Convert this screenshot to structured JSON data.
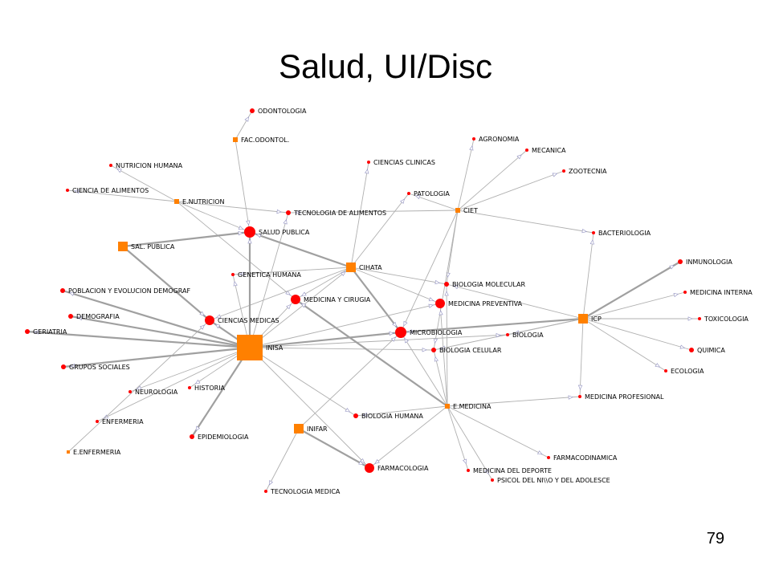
{
  "slide": {
    "title": "Salud, UI/Disc",
    "page_number": "79"
  },
  "colors": {
    "institution": "#ff8000",
    "discipline": "#ff0000",
    "edge": "#b0b0b0",
    "edge_strong": "#a0a0a0",
    "arrow": "#9090c0"
  },
  "nodes": [
    {
      "id": "ODONTOLOGIA",
      "label": "ODONTOLOGIA",
      "kind": "discipline",
      "size": "s"
    },
    {
      "id": "FAC_ODONTOL",
      "label": "FAC.ODONTOL.",
      "kind": "institution",
      "size": "s"
    },
    {
      "id": "AGRONOMIA",
      "label": "AGRONOMIA",
      "kind": "discipline",
      "size": "xs"
    },
    {
      "id": "MECANICA",
      "label": "MECANICA",
      "kind": "discipline",
      "size": "xs"
    },
    {
      "id": "ZOOTECNIA",
      "label": "ZOOTECNIA",
      "kind": "discipline",
      "size": "xs"
    },
    {
      "id": "NUTRICION_HUMANA",
      "label": "NUTRICION HUMANA",
      "kind": "discipline",
      "size": "xs"
    },
    {
      "id": "CIENCIAS_CLINICAS",
      "label": "CIENCIAS CLINICAS",
      "kind": "discipline",
      "size": "xs"
    },
    {
      "id": "CIENCIA_ALIMENTOS",
      "label": "CIENCIA DE ALIMENTOS",
      "kind": "discipline",
      "size": "xs"
    },
    {
      "id": "PATOLOGIA",
      "label": "PATOLOGIA",
      "kind": "discipline",
      "size": "xs"
    },
    {
      "id": "E_NUTRICION",
      "label": "E.NUTRICION",
      "kind": "institution",
      "size": "s"
    },
    {
      "id": "CIET",
      "label": "CIET",
      "kind": "institution",
      "size": "s"
    },
    {
      "id": "TEC_ALIMENTOS",
      "label": "TECNOLOGIA DE ALIMENTOS",
      "kind": "discipline",
      "size": "s"
    },
    {
      "id": "SALUD_PUBLICA",
      "label": "SALUD PUBLICA",
      "kind": "discipline",
      "size": "l"
    },
    {
      "id": "BACTERIOLOGIA",
      "label": "BACTERIOLOGIA",
      "kind": "discipline",
      "size": "xs"
    },
    {
      "id": "SAL_PUBLICA",
      "label": "SAL. PUBLICA",
      "kind": "institution",
      "size": "m"
    },
    {
      "id": "INMUNOLOGIA",
      "label": "INMUNOLOGIA",
      "kind": "discipline",
      "size": "s"
    },
    {
      "id": "CIHATA",
      "label": "CIHATA",
      "kind": "institution",
      "size": "m"
    },
    {
      "id": "GENETICA_HUMANA",
      "label": "GENETICA HUMANA",
      "kind": "discipline",
      "size": "xs"
    },
    {
      "id": "BIOLOGIA_MOLECULAR",
      "label": "BIOLOGIA MOLECULAR",
      "kind": "discipline",
      "size": "s"
    },
    {
      "id": "MEDICINA_INTERNA",
      "label": "MEDICINA INTERNA",
      "kind": "discipline",
      "size": "xs"
    },
    {
      "id": "POBLACION",
      "label": "POBLACION Y EVOLUCION DEMOGRAF",
      "kind": "discipline",
      "size": "s"
    },
    {
      "id": "MEDICINA_CIRUGIA",
      "label": "MEDICINA Y CIRUGIA",
      "kind": "discipline",
      "size": "m"
    },
    {
      "id": "MEDICINA_PREVENTIVA",
      "label": "MEDICINA PREVENTIVA",
      "kind": "discipline",
      "size": "m"
    },
    {
      "id": "DEMOGRAFIA",
      "label": "DEMOGRAFIA",
      "kind": "discipline",
      "size": "s"
    },
    {
      "id": "CIENCIAS_MEDICAS",
      "label": "CIENCIAS MEDICAS",
      "kind": "discipline",
      "size": "m"
    },
    {
      "id": "ICP",
      "label": "ICP",
      "kind": "institution",
      "size": "m"
    },
    {
      "id": "TOXICOLOGIA",
      "label": "TOXICOLOGIA",
      "kind": "discipline",
      "size": "xs"
    },
    {
      "id": "GERIATRIA",
      "label": "GERIATRIA",
      "kind": "discipline",
      "size": "s"
    },
    {
      "id": "MICROBIOLOGIA",
      "label": "MICROBIOLOGIA",
      "kind": "discipline",
      "size": "l"
    },
    {
      "id": "BIOLOGIA",
      "label": "BIOLOGIA",
      "kind": "discipline",
      "size": "xs"
    },
    {
      "id": "INISA",
      "label": "INISA",
      "kind": "institution",
      "size": "xl"
    },
    {
      "id": "BIOLOGIA_CELULAR",
      "label": "BIOLOGIA CELULAR",
      "kind": "discipline",
      "size": "s"
    },
    {
      "id": "QUIMICA",
      "label": "QUIMICA",
      "kind": "discipline",
      "size": "s"
    },
    {
      "id": "GRUPOS_SOCIALES",
      "label": "GRUPOS SOCIALES",
      "kind": "discipline",
      "size": "s"
    },
    {
      "id": "ECOLOGIA",
      "label": "ECOLOGIA",
      "kind": "discipline",
      "size": "xs"
    },
    {
      "id": "NEUROLOGIA",
      "label": "NEUROLOGIA",
      "kind": "discipline",
      "size": "xs"
    },
    {
      "id": "HISTORIA",
      "label": "HISTORIA",
      "kind": "discipline",
      "size": "xs"
    },
    {
      "id": "MEDICINA_PROFESIONAL",
      "label": "MEDICINA PROFESIONAL",
      "kind": "discipline",
      "size": "xs"
    },
    {
      "id": "E_MEDICINA",
      "label": "E.MEDICINA",
      "kind": "institution",
      "size": "s"
    },
    {
      "id": "BIOLOGIA_HUMANA",
      "label": "BIOLOGIA HUMANA",
      "kind": "discipline",
      "size": "s"
    },
    {
      "id": "ENFERMERIA",
      "label": "ENFERMERIA",
      "kind": "discipline",
      "size": "xs"
    },
    {
      "id": "INIFAR",
      "label": "INIFAR",
      "kind": "institution",
      "size": "m"
    },
    {
      "id": "EPIDEMIOLOGIA",
      "label": "EPIDEMIOLOGIA",
      "kind": "discipline",
      "size": "s"
    },
    {
      "id": "E_ENFERMERIA",
      "label": "E.ENFERMERIA",
      "kind": "institution",
      "size": "xs"
    },
    {
      "id": "FARMACODINAMICA",
      "label": "FARMACODINAMICA",
      "kind": "discipline",
      "size": "xs"
    },
    {
      "id": "FARMACOLOGIA",
      "label": "FARMACOLOGIA",
      "kind": "discipline",
      "size": "m"
    },
    {
      "id": "MEDICINA_DEPORTE",
      "label": "MEDICINA DEL DEPORTE",
      "kind": "discipline",
      "size": "xs"
    },
    {
      "id": "PSICOL",
      "label": "PSICOL DEL NI\\\\O Y DEL ADOLESCE",
      "kind": "discipline",
      "size": "xs"
    },
    {
      "id": "TECNOLOGIA_MEDICA",
      "label": "TECNOLOGIA MEDICA",
      "kind": "discipline",
      "size": "xs"
    }
  ],
  "edges": [
    [
      "FAC_ODONTOL",
      "ODONTOLOGIA",
      1
    ],
    [
      "FAC_ODONTOL",
      "SALUD_PUBLICA",
      1
    ],
    [
      "CIET",
      "AGRONOMIA",
      1
    ],
    [
      "CIET",
      "MECANICA",
      1
    ],
    [
      "CIET",
      "ZOOTECNIA",
      1
    ],
    [
      "CIET",
      "BACTERIOLOGIA",
      1
    ],
    [
      "CIET",
      "TEC_ALIMENTOS",
      1
    ],
    [
      "CIET",
      "PATOLOGIA",
      1
    ],
    [
      "CIET",
      "MICROBIOLOGIA",
      1
    ],
    [
      "CIET",
      "BIOLOGIA_MOLECULAR",
      1
    ],
    [
      "CIET",
      "BIOLOGIA_CELULAR",
      1
    ],
    [
      "E_NUTRICION",
      "NUTRICION_HUMANA",
      1
    ],
    [
      "E_NUTRICION",
      "CIENCIA_ALIMENTOS",
      1
    ],
    [
      "E_NUTRICION",
      "TEC_ALIMENTOS",
      1
    ],
    [
      "E_NUTRICION",
      "SALUD_PUBLICA",
      1
    ],
    [
      "E_NUTRICION",
      "MEDICINA_CIRUGIA",
      1
    ],
    [
      "SAL_PUBLICA",
      "SALUD_PUBLICA",
      2
    ],
    [
      "SAL_PUBLICA",
      "CIENCIAS_MEDICAS",
      2
    ],
    [
      "CIHATA",
      "SALUD_PUBLICA",
      2
    ],
    [
      "CIHATA",
      "CIENCIAS_CLINICAS",
      1
    ],
    [
      "CIHATA",
      "PATOLOGIA",
      1
    ],
    [
      "CIHATA",
      "GENETICA_HUMANA",
      1
    ],
    [
      "CIHATA",
      "BIOLOGIA_MOLECULAR",
      1
    ],
    [
      "CIHATA",
      "MEDICINA_PREVENTIVA",
      1
    ],
    [
      "CIHATA",
      "MICROBIOLOGIA",
      2
    ],
    [
      "CIHATA",
      "MEDICINA_CIRUGIA",
      1
    ],
    [
      "CIHATA",
      "CIENCIAS_MEDICAS",
      1
    ],
    [
      "ICP",
      "INMUNOLOGIA",
      2
    ],
    [
      "ICP",
      "MEDICINA_INTERNA",
      1
    ],
    [
      "ICP",
      "TOXICOLOGIA",
      1
    ],
    [
      "ICP",
      "QUIMICA",
      1
    ],
    [
      "ICP",
      "ECOLOGIA",
      1
    ],
    [
      "ICP",
      "BACTERIOLOGIA",
      1
    ],
    [
      "ICP",
      "MEDICINA_PROFESIONAL",
      1
    ],
    [
      "ICP",
      "BIOLOGIA",
      1
    ],
    [
      "ICP",
      "MICROBIOLOGIA",
      2
    ],
    [
      "ICP",
      "BIOLOGIA_CELULAR",
      1
    ],
    [
      "ICP",
      "BIOLOGIA_MOLECULAR",
      1
    ],
    [
      "INISA",
      "SALUD_PUBLICA",
      2
    ],
    [
      "INISA",
      "TEC_ALIMENTOS",
      1
    ],
    [
      "INISA",
      "GENETICA_HUMANA",
      1
    ],
    [
      "INISA",
      "MEDICINA_CIRUGIA",
      1
    ],
    [
      "INISA",
      "CIENCIAS_MEDICAS",
      2
    ],
    [
      "INISA",
      "POBLACION",
      2
    ],
    [
      "INISA",
      "DEMOGRAFIA",
      2
    ],
    [
      "INISA",
      "GERIATRIA",
      2
    ],
    [
      "INISA",
      "GRUPOS_SOCIALES",
      2
    ],
    [
      "INISA",
      "NEUROLOGIA",
      1
    ],
    [
      "INISA",
      "HISTORIA",
      1
    ],
    [
      "INISA",
      "ENFERMERIA",
      1
    ],
    [
      "INISA",
      "EPIDEMIOLOGIA",
      2
    ],
    [
      "INISA",
      "MICROBIOLOGIA",
      2
    ],
    [
      "INISA",
      "MEDICINA_PREVENTIVA",
      1
    ],
    [
      "INISA",
      "BIOLOGIA",
      1
    ],
    [
      "INISA",
      "BIOLOGIA_CELULAR",
      1
    ],
    [
      "INISA",
      "BIOLOGIA_HUMANA",
      1
    ],
    [
      "INISA",
      "FARMACOLOGIA",
      1
    ],
    [
      "INISA",
      "CIHATA",
      1
    ],
    [
      "E_MEDICINA",
      "MEDICINA_CIRUGIA",
      2
    ],
    [
      "E_MEDICINA",
      "MEDICINA_PREVENTIVA",
      1
    ],
    [
      "E_MEDICINA",
      "MICROBIOLOGIA",
      1
    ],
    [
      "E_MEDICINA",
      "BIOLOGIA_HUMANA",
      1
    ],
    [
      "E_MEDICINA",
      "MEDICINA_PROFESIONAL",
      1
    ],
    [
      "E_MEDICINA",
      "FARMACODINAMICA",
      1
    ],
    [
      "E_MEDICINA",
      "FARMACOLOGIA",
      1
    ],
    [
      "E_MEDICINA",
      "MEDICINA_DEPORTE",
      1
    ],
    [
      "E_MEDICINA",
      "PSICOL",
      1
    ],
    [
      "E_MEDICINA",
      "BIOLOGIA_CELULAR",
      1
    ],
    [
      "E_MEDICINA",
      "BIOLOGIA_MOLECULAR",
      1
    ],
    [
      "INIFAR",
      "FARMACOLOGIA",
      2
    ],
    [
      "INIFAR",
      "TECNOLOGIA_MEDICA",
      1
    ],
    [
      "INIFAR",
      "MICROBIOLOGIA",
      1
    ],
    [
      "E_ENFERMERIA",
      "CIENCIAS_MEDICAS",
      1
    ]
  ]
}
